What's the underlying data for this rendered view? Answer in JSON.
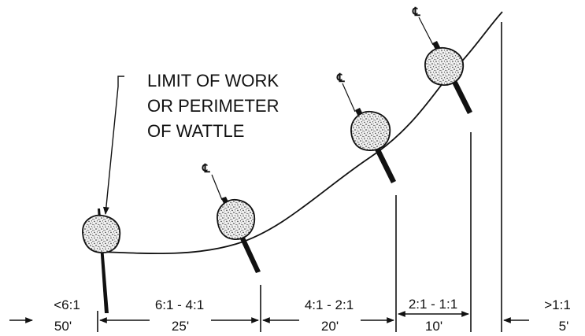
{
  "callout": {
    "line1": "LIMIT OF WORK",
    "line2": "OR PERIMETER",
    "line3": "OF WATTLE"
  },
  "centerline_symbol": "℄",
  "zones": [
    {
      "slope": "<6:1",
      "distance": "50'"
    },
    {
      "slope": "6:1 - 4:1",
      "distance": "25'"
    },
    {
      "slope": "4:1 - 2:1",
      "distance": "20'"
    },
    {
      "slope": "2:1 - 1:1",
      "distance": "10'"
    },
    {
      "slope": ">1:1",
      "distance": "5'"
    }
  ]
}
